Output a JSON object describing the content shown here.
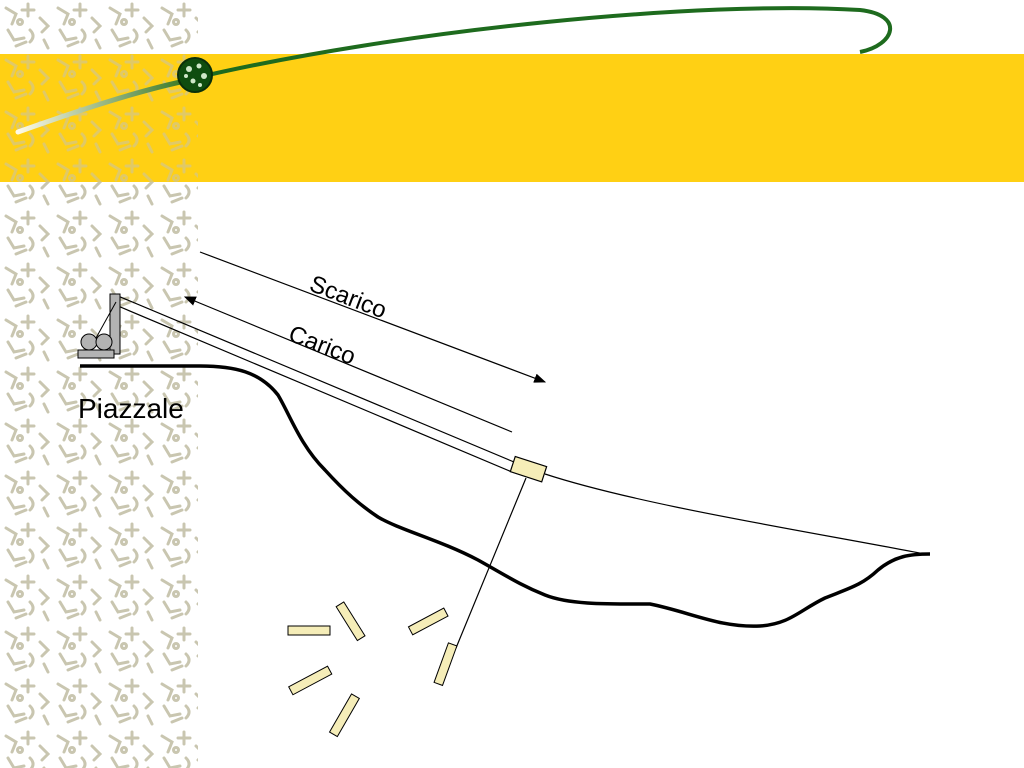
{
  "slide": {
    "labels": {
      "scarico": "Scarico",
      "carico": "Carico",
      "piazzale": "Piazzale"
    }
  },
  "colors": {
    "band": "#FFCC00",
    "swoosh": "#1E6B1E",
    "pattern": "#C9C6B0",
    "ground": "#000000",
    "timber": "#F5EDB8",
    "winch": "#B3B3B3"
  },
  "icons": {
    "title_ornament": "green-globe-icon",
    "winch": "cable-winch-icon"
  }
}
